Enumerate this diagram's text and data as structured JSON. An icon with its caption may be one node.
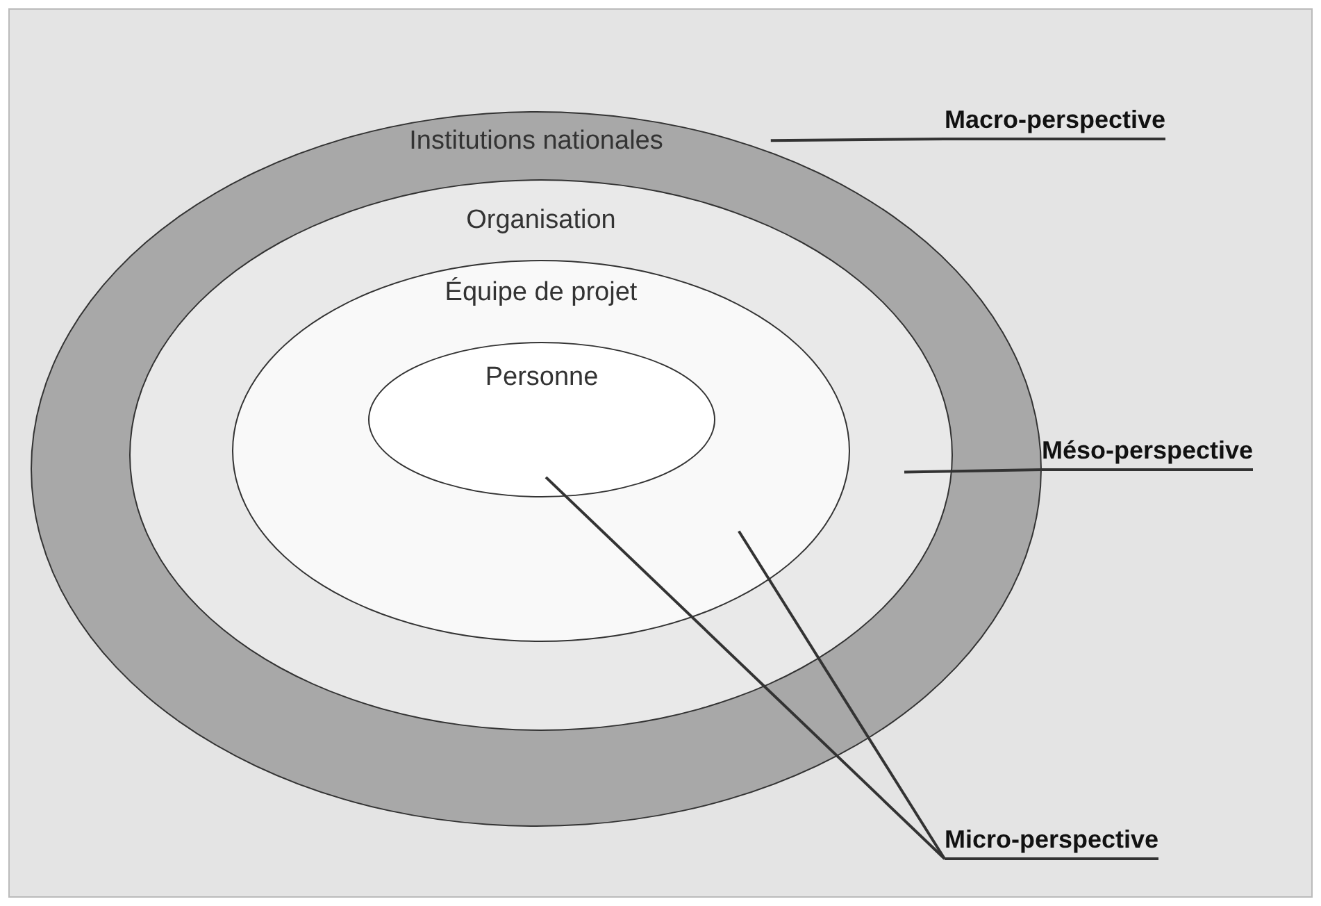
{
  "diagram": {
    "nodes": [
      {
        "text": [
          "Institutions nationales"
        ]
      },
      {
        "text": [
          "Organisation"
        ],
        "in": 0
      },
      {
        "text": [
          "Équipe de projet"
        ],
        "in": 1
      },
      {
        "text": [
          "Personne"
        ],
        "in": 2
      },
      {
        "text": [
          "Macro-perspective"
        ]
      },
      {
        "text": [
          "Méso-perspective"
        ]
      },
      {
        "text": [
          "Micro-perspective"
        ]
      }
    ],
    "edges": [
      {
        "from": 4,
        "to": 0,
        "arrow": "none"
      },
      {
        "from": 5,
        "to": 1,
        "arrow": "none"
      },
      {
        "from": 6,
        "to": 3,
        "arrow": "none"
      },
      {
        "from": 6,
        "to": 2,
        "arrow": "none"
      }
    ]
  }
}
